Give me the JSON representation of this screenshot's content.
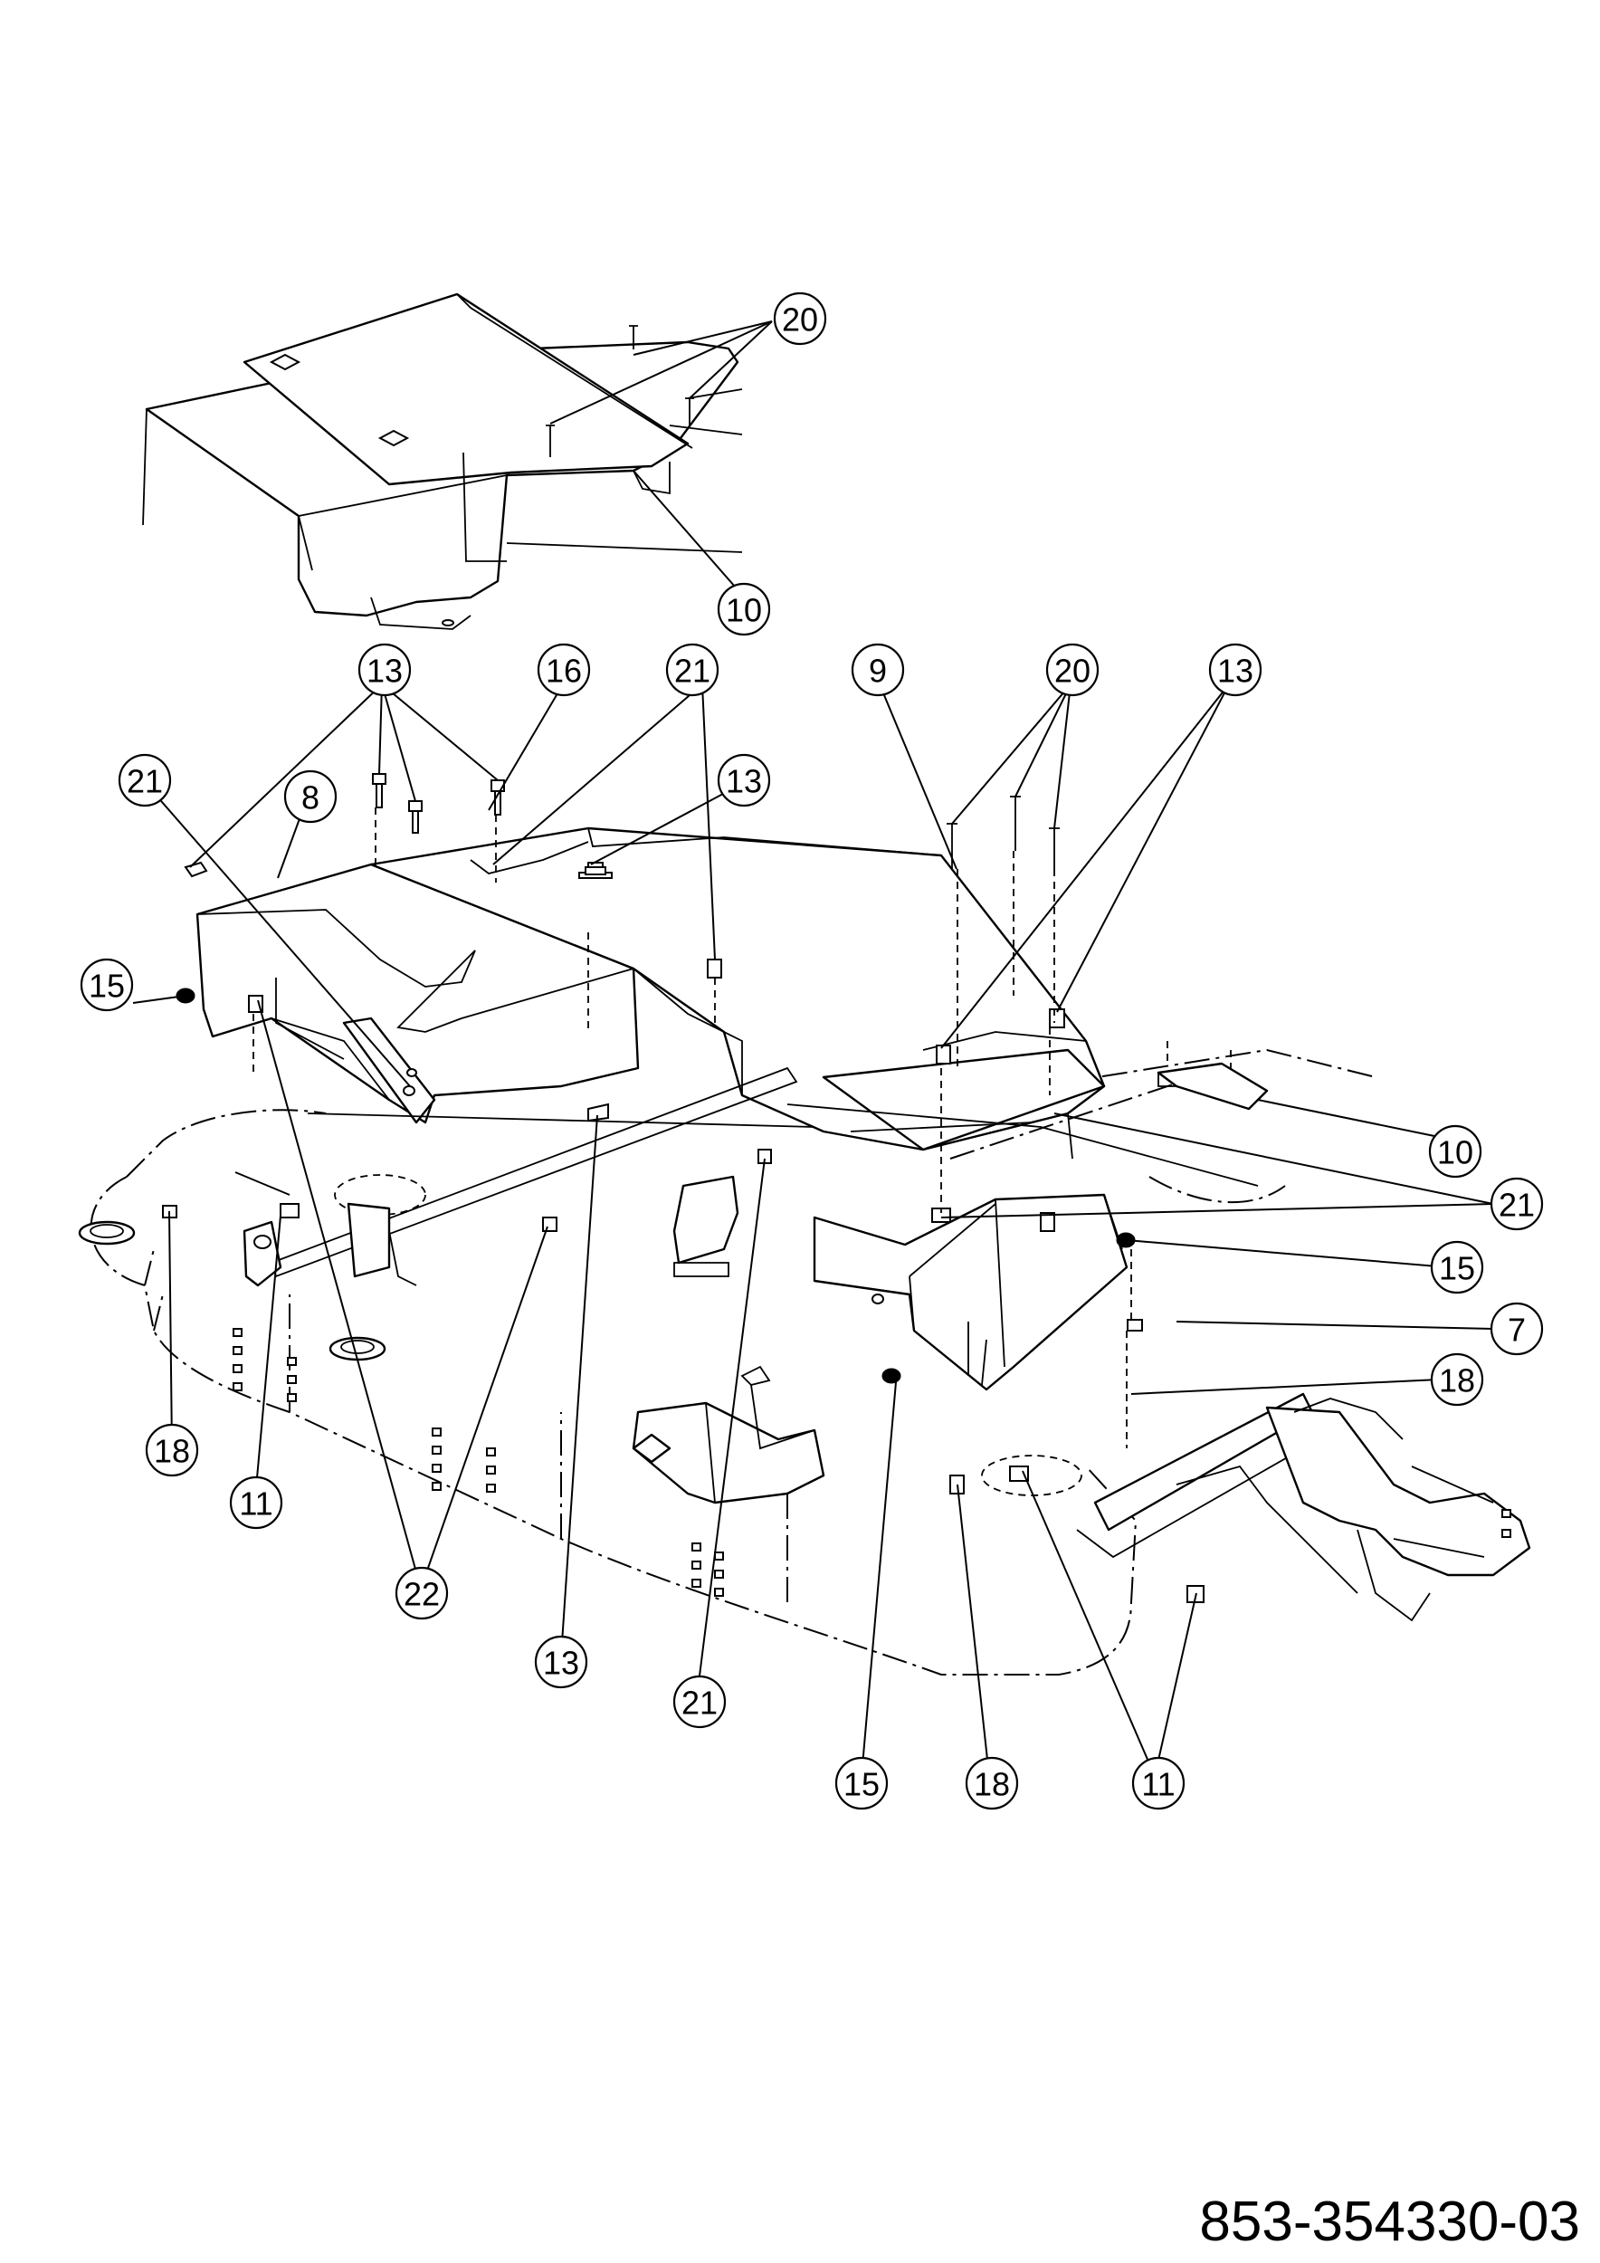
{
  "diagram": {
    "document_number": "853-354330-03",
    "callouts": [
      {
        "id": "c20-top",
        "label": "20"
      },
      {
        "id": "c10-top",
        "label": "10"
      },
      {
        "id": "c13-a",
        "label": "13"
      },
      {
        "id": "c16",
        "label": "16"
      },
      {
        "id": "c21-a",
        "label": "21"
      },
      {
        "id": "c9",
        "label": "9"
      },
      {
        "id": "c20-b",
        "label": "20"
      },
      {
        "id": "c13-b",
        "label": "13"
      },
      {
        "id": "c21-b",
        "label": "21"
      },
      {
        "id": "c8",
        "label": "8"
      },
      {
        "id": "c13-c",
        "label": "13"
      },
      {
        "id": "c15-a",
        "label": "15"
      },
      {
        "id": "c10-b",
        "label": "10"
      },
      {
        "id": "c21-c",
        "label": "21"
      },
      {
        "id": "c15-b",
        "label": "15"
      },
      {
        "id": "c7",
        "label": "7"
      },
      {
        "id": "c18-a",
        "label": "18"
      },
      {
        "id": "c18-b",
        "label": "18"
      },
      {
        "id": "c11-a",
        "label": "11"
      },
      {
        "id": "c22",
        "label": "22"
      },
      {
        "id": "c13-d",
        "label": "13"
      },
      {
        "id": "c21-d",
        "label": "21"
      },
      {
        "id": "c15-c",
        "label": "15"
      },
      {
        "id": "c18-c",
        "label": "18"
      },
      {
        "id": "c11-b",
        "label": "11"
      }
    ]
  }
}
